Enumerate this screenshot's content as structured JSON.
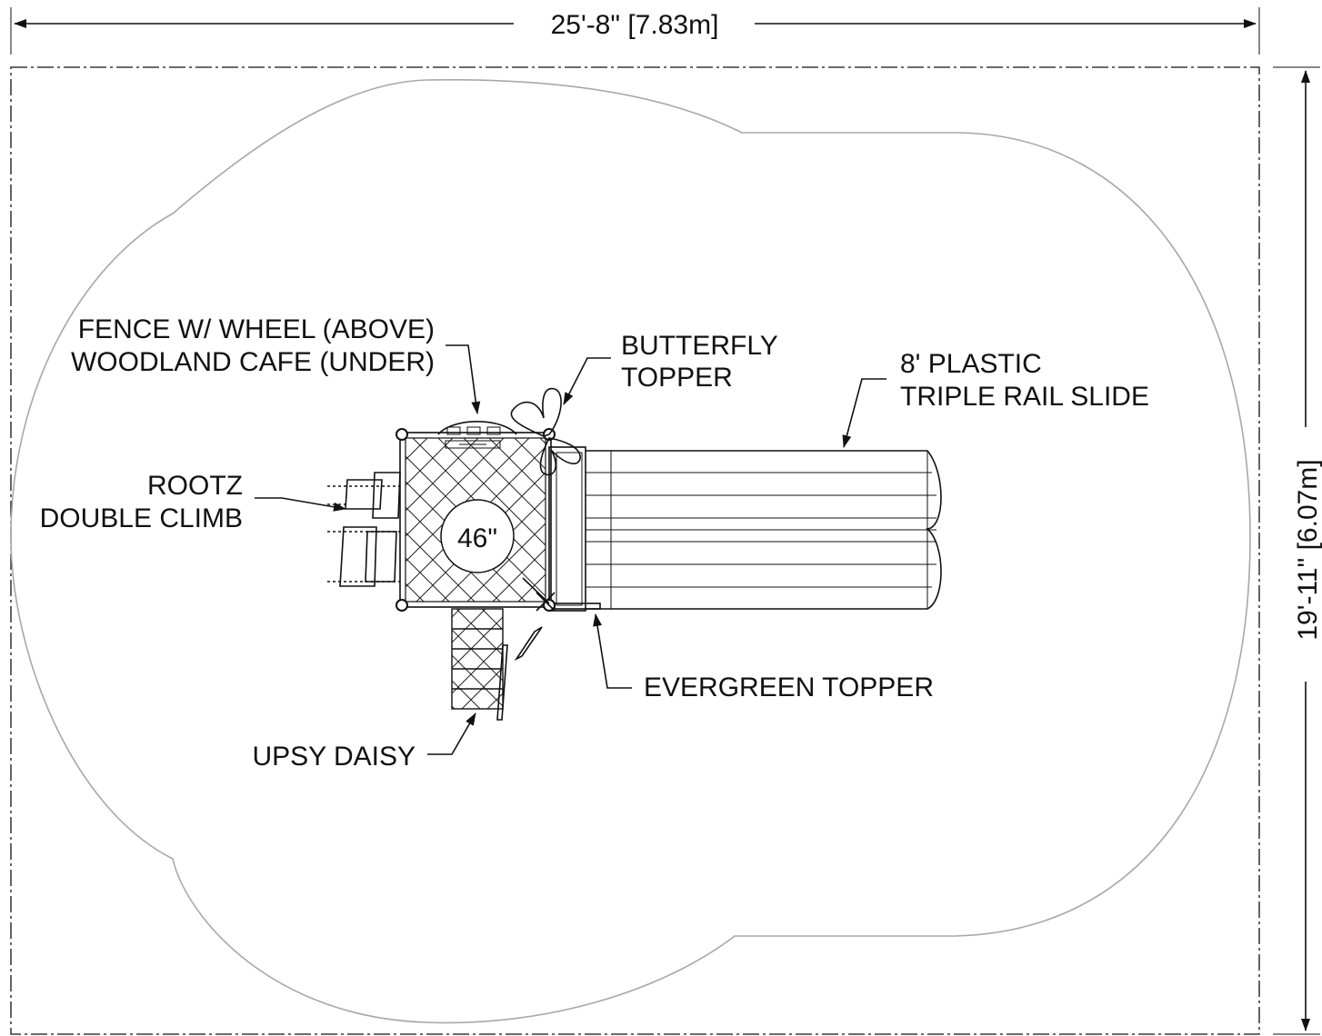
{
  "dimensions": {
    "width_label": "25'-8\" [7.83m]",
    "height_label": "19'-11\" [6.07m]"
  },
  "platform": {
    "height_label": "46\""
  },
  "labels": {
    "fence_line1": "FENCE W/ WHEEL (ABOVE)",
    "fence_line2": "WOODLAND CAFE (UNDER)",
    "butterfly_line1": "BUTTERFLY",
    "butterfly_line2": "TOPPER",
    "slide_line1": "8' PLASTIC",
    "slide_line2": "TRIPLE RAIL SLIDE",
    "rootz_line1": "ROOTZ",
    "rootz_line2": "DOUBLE CLIMB",
    "evergreen": "EVERGREEN TOPPER",
    "upsy": "UPSY DAISY"
  }
}
